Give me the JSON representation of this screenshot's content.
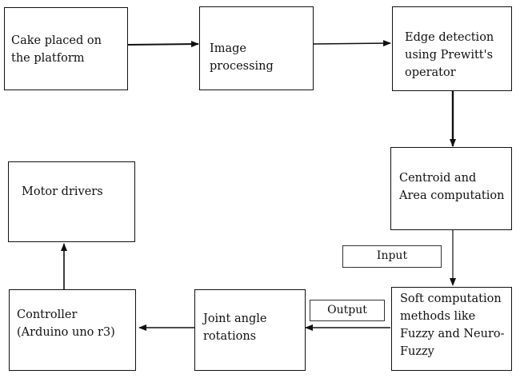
{
  "diagram": {
    "boxes": {
      "cake": "Cake placed on\nthe platform",
      "image_processing": "Image processing",
      "edge_detection": "Edge detection\nusing Prewitt's\noperator",
      "centroid": "Centroid and\nArea computation",
      "soft_computation": "Soft computation\nmethods like\nFuzzy and Neuro-\nFuzzy",
      "joint_angle": "Joint angle\nrotations",
      "controller": "Controller\n(Arduino uno r3)",
      "motor_drivers": "Motor drivers"
    },
    "labels": {
      "input": "Input",
      "output": "Output"
    }
  }
}
